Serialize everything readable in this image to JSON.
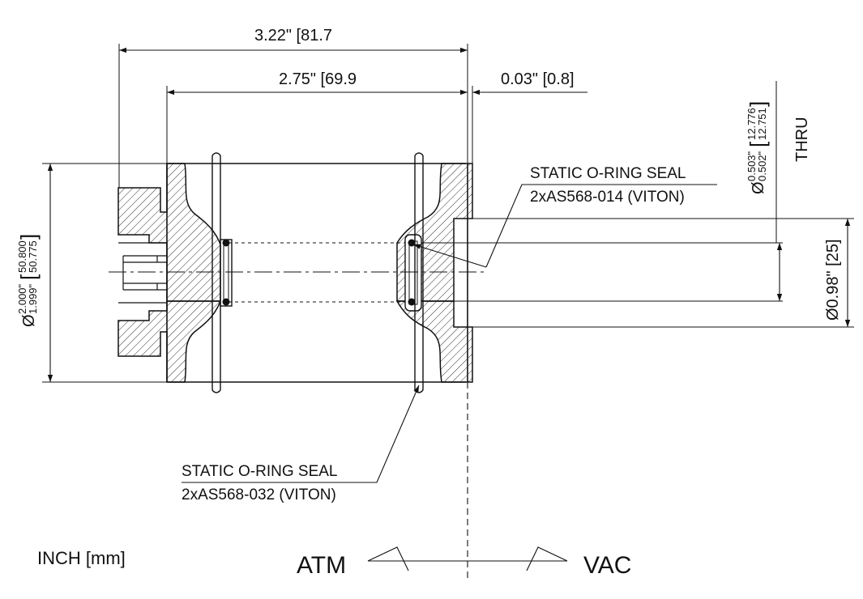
{
  "dimensions": {
    "overall_length": "3.22\" [81.7",
    "body_length": "2.75\" [69.9",
    "flange_gap": "0.03\" [0.8]",
    "bore": {
      "prefix": "Ø",
      "inch_upper": "0.503\"",
      "inch_lower": "0.502\"",
      "mm_upper": "12.776",
      "mm_lower": "12.751",
      "suffix": "THRU"
    },
    "outer": {
      "prefix": "Ø",
      "inch_upper": "2.000\"",
      "inch_lower": "1.999\"",
      "mm_upper": "50.800",
      "mm_lower": "50.775"
    },
    "port": "Ø0.98\" [25]"
  },
  "callouts": {
    "inner_seal": {
      "title": "STATIC O-RING SEAL",
      "part": "2xAS568-014 (VITON)"
    },
    "outer_seal": {
      "title": "STATIC O-RING SEAL",
      "part": "2xAS568-032 (VITON)"
    }
  },
  "units": "INCH [mm]",
  "sides": {
    "left": "ATM",
    "right": "VAC"
  },
  "colors": {
    "line": "#111111",
    "hatch": "#333333",
    "background": "#ffffff"
  }
}
